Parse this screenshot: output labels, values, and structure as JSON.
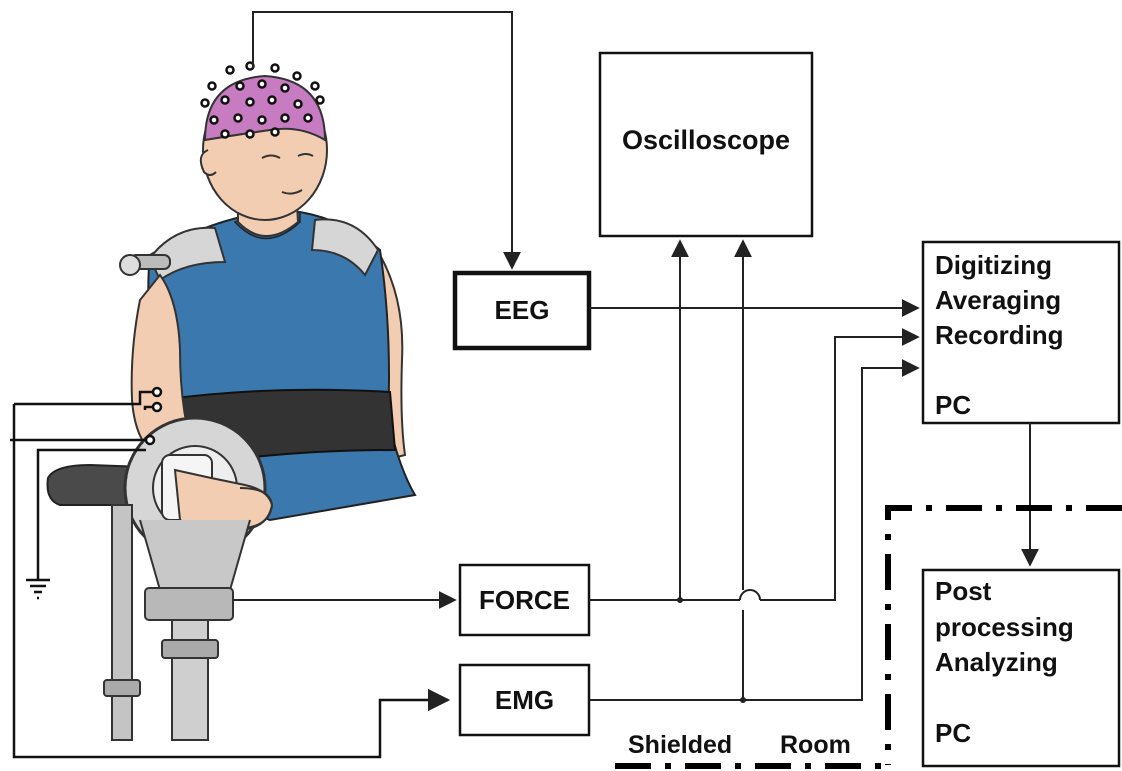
{
  "diagram": {
    "oscilloscope": "Oscilloscope",
    "eeg": "EEG",
    "force": "FORCE",
    "emg": "EMG",
    "pc1": {
      "line1": "Digitizing",
      "line2": "Averaging",
      "line3": "Recording",
      "line4": "PC"
    },
    "pc2": {
      "line1": "Post",
      "line2": "processing",
      "line3": "Analyzing",
      "line4": "PC"
    },
    "shielded_room": {
      "word1": "Shielded",
      "word2": "Room"
    }
  },
  "colors": {
    "skin": "#f2cdb2",
    "shirt": "#3a78ae",
    "belt": "#333333",
    "cap": "#c77bc0",
    "metal": "#d6d6d6",
    "line": "#222222"
  }
}
